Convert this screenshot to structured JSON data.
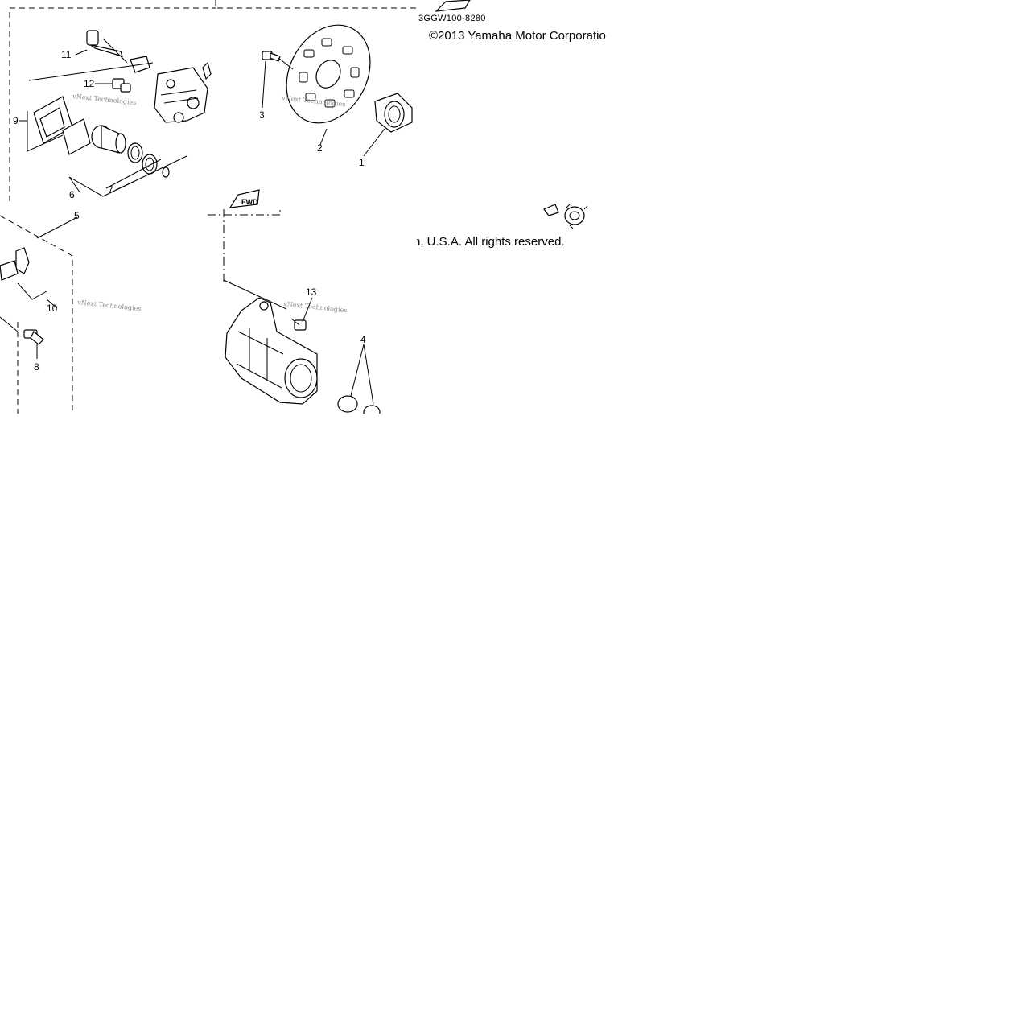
{
  "diagram": {
    "part_code": "3GGW100-8280",
    "copyright_line": "©2013 Yamaha Motor Corporatio",
    "rights_line": "n, U.S.A. All rights reserved.",
    "watermark": "vNext Technologies",
    "fwd_label": "FWD",
    "callouts": [
      "1",
      "2",
      "3",
      "4",
      "5",
      "6",
      "7",
      "8",
      "9",
      "10",
      "11",
      "12",
      "13"
    ]
  }
}
